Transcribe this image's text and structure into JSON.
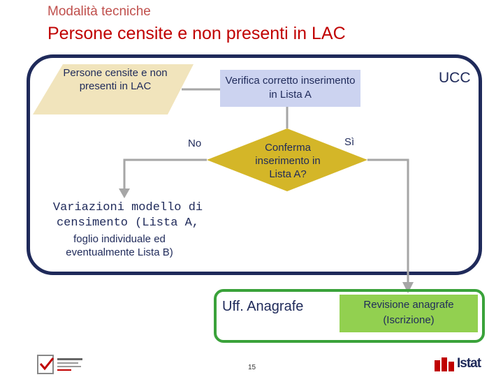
{
  "header": {
    "subtitle": "Modalità tecniche",
    "title": "Persone censite e non presenti in LAC"
  },
  "flowchart": {
    "container_label": "UCC",
    "input_parallelogram": "Persone censite e non presenti in LAC",
    "process_box": "Verifica corretto inserimento in Lista A",
    "decision": "Conferma inserimento in Lista A?",
    "branch_no_label": "No",
    "branch_yes_label": "Sì",
    "variation_box": {
      "line1": "Variazioni modello di censimento (Lista A,",
      "line2": "foglio individuale ed eventualmente Lista B)"
    },
    "anagrafe_office": "Uff. Anagrafe",
    "revision_box": "Revisione anagrafe (Iscrizione)"
  },
  "footer": {
    "page_number": "15",
    "istat_logo": "Istat"
  },
  "colors": {
    "title": "#c00000",
    "subtitle": "#c0504d",
    "container_border": "#1f2a5a",
    "parallelogram_fill": "#f1e4bc",
    "process_fill": "#ccd3f0",
    "decision_fill": "#d4b628",
    "anagrafe_border": "#3aa23a",
    "revision_fill": "#92d050",
    "arrows": "#a6a6a6"
  }
}
